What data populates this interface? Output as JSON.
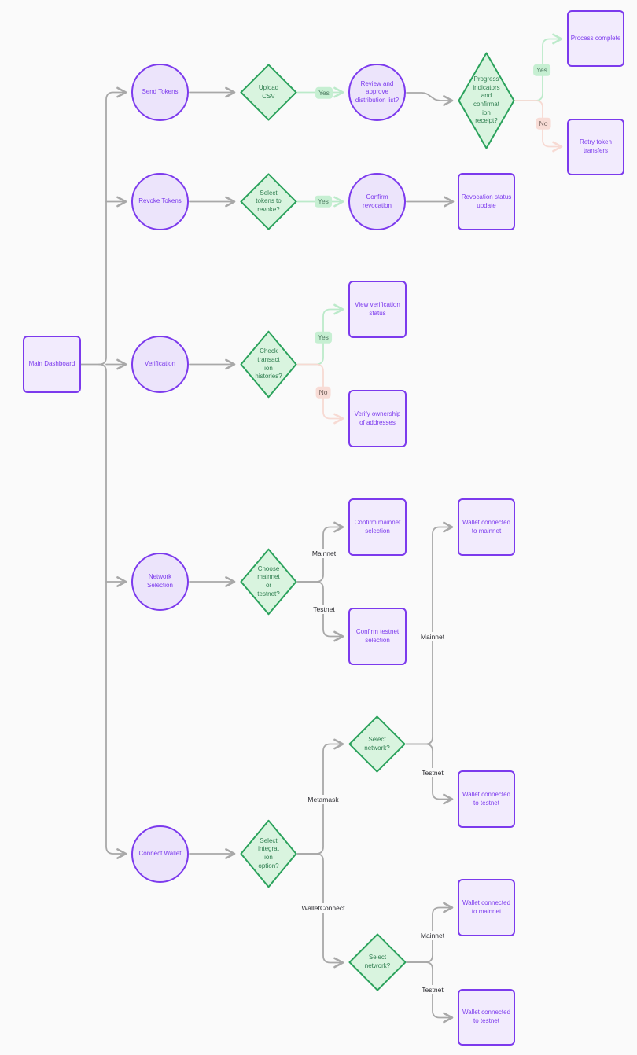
{
  "diagram": {
    "type": "flowchart",
    "background_color": "#FAFAFA",
    "colors": {
      "purple_node_border": "#7C3AED",
      "purple_node_fill": "#ECE4FB",
      "purple_node_text": "#7C3AED",
      "green_diamond_border": "#2BA25C",
      "green_diamond_fill": "#D9F4DF",
      "green_diamond_text": "#2E7D4F",
      "gray_edge": "#A8A8A8",
      "yes_edge": "#BCEACA",
      "no_edge": "#F7DAD3",
      "yes_badge_bg": "#C6EFD2",
      "no_badge_bg": "#F8DCD6"
    }
  },
  "nodes": {
    "main_dashboard": {
      "label": "Main Dashboard",
      "shape": "rect"
    },
    "send_tokens": {
      "label": "Send Tokens",
      "shape": "circle"
    },
    "upload_csv": {
      "label": "Upload\nCSV",
      "shape": "diamond"
    },
    "review_approve": {
      "label": "Review and\napprove\ndistribution list?",
      "shape": "circle"
    },
    "progress_indicators": {
      "label": "Progress\nindicators\nand\nconfirmat\nion\nreceipt?",
      "shape": "diamond"
    },
    "process_complete": {
      "label": "Process complete",
      "shape": "rect"
    },
    "retry_transfers": {
      "label": "Retry token\ntransfers",
      "shape": "rect"
    },
    "revoke_tokens": {
      "label": "Revoke Tokens",
      "shape": "circle"
    },
    "select_tokens_revoke": {
      "label": "Select\ntokens to\nrevoke?",
      "shape": "diamond"
    },
    "confirm_revocation": {
      "label": "Confirm\nrevocation",
      "shape": "circle"
    },
    "revocation_status": {
      "label": "Revocation status\nupdate",
      "shape": "rect"
    },
    "verification": {
      "label": "Verification",
      "shape": "circle"
    },
    "check_transaction": {
      "label": "Check\ntransact\nion\nhistories?",
      "shape": "diamond"
    },
    "view_verification": {
      "label": "View verification\nstatus",
      "shape": "rect"
    },
    "verify_ownership": {
      "label": "Verify ownership\nof addresses",
      "shape": "rect"
    },
    "network_selection": {
      "label": "Network\nSelection",
      "shape": "circle"
    },
    "choose_network": {
      "label": "Choose\nmainnet\nor\ntestnet?",
      "shape": "diamond"
    },
    "confirm_mainnet": {
      "label": "Confirm mainnet\nselection",
      "shape": "rect"
    },
    "confirm_testnet": {
      "label": "Confirm testnet\nselection",
      "shape": "rect"
    },
    "wallet_mainnet_a": {
      "label": "Wallet connected\nto mainnet",
      "shape": "rect"
    },
    "wallet_testnet_a": {
      "label": "Wallet connected\nto testnet",
      "shape": "rect"
    },
    "connect_wallet": {
      "label": "Connect Wallet",
      "shape": "circle"
    },
    "select_integration": {
      "label": "Select\nintegrat\nion\noption?",
      "shape": "diamond"
    },
    "select_network_mm": {
      "label": "Select\nnetwork?",
      "shape": "diamond"
    },
    "select_network_wc": {
      "label": "Select\nnetwork?",
      "shape": "diamond"
    },
    "wallet_mainnet_b": {
      "label": "Wallet connected\nto mainnet",
      "shape": "rect"
    },
    "wallet_testnet_b": {
      "label": "Wallet connected\nto testnet",
      "shape": "rect"
    }
  },
  "edge_labels": {
    "yes": "Yes",
    "no": "No",
    "mainnet": "Mainnet",
    "testnet": "Testnet",
    "metamask": "Metamask",
    "walletconnect": "WalletConnect"
  },
  "connections": [
    {
      "from": "main_dashboard",
      "to": "send_tokens"
    },
    {
      "from": "main_dashboard",
      "to": "revoke_tokens"
    },
    {
      "from": "main_dashboard",
      "to": "verification"
    },
    {
      "from": "main_dashboard",
      "to": "network_selection"
    },
    {
      "from": "main_dashboard",
      "to": "connect_wallet"
    },
    {
      "from": "send_tokens",
      "to": "upload_csv"
    },
    {
      "from": "upload_csv",
      "to": "review_approve",
      "label": "Yes"
    },
    {
      "from": "review_approve",
      "to": "progress_indicators"
    },
    {
      "from": "progress_indicators",
      "to": "process_complete",
      "label": "Yes"
    },
    {
      "from": "progress_indicators",
      "to": "retry_transfers",
      "label": "No"
    },
    {
      "from": "revoke_tokens",
      "to": "select_tokens_revoke"
    },
    {
      "from": "select_tokens_revoke",
      "to": "confirm_revocation",
      "label": "Yes"
    },
    {
      "from": "confirm_revocation",
      "to": "revocation_status"
    },
    {
      "from": "verification",
      "to": "check_transaction"
    },
    {
      "from": "check_transaction",
      "to": "view_verification",
      "label": "Yes"
    },
    {
      "from": "check_transaction",
      "to": "verify_ownership",
      "label": "No"
    },
    {
      "from": "network_selection",
      "to": "choose_network"
    },
    {
      "from": "choose_network",
      "to": "confirm_mainnet",
      "label": "Mainnet"
    },
    {
      "from": "choose_network",
      "to": "confirm_testnet",
      "label": "Testnet"
    },
    {
      "from": "connect_wallet",
      "to": "select_integration"
    },
    {
      "from": "select_integration",
      "to": "select_network_mm",
      "label": "Metamask"
    },
    {
      "from": "select_integration",
      "to": "select_network_wc",
      "label": "WalletConnect"
    },
    {
      "from": "select_network_mm",
      "to": "wallet_mainnet_a",
      "label": "Mainnet"
    },
    {
      "from": "select_network_mm",
      "to": "wallet_testnet_a",
      "label": "Testnet"
    },
    {
      "from": "select_network_wc",
      "to": "wallet_mainnet_b",
      "label": "Mainnet"
    },
    {
      "from": "select_network_wc",
      "to": "wallet_testnet_b",
      "label": "Testnet"
    }
  ]
}
